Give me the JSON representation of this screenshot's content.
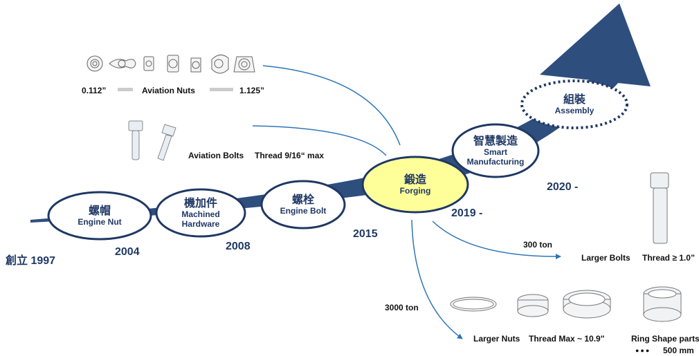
{
  "founded": {
    "cjk": "創立",
    "year": "1997"
  },
  "milestones": [
    {
      "cjk": "螺帽",
      "en": "Engine Nut",
      "year": "2004"
    },
    {
      "cjk": "機加件",
      "en1": "Machined",
      "en2": "Hardware",
      "year": "2008"
    },
    {
      "cjk": "螺栓",
      "en": "Engine Bolt",
      "year": "2015"
    },
    {
      "cjk": "鍛造",
      "en": "Forging",
      "year": "2019 -"
    },
    {
      "cjk": "智慧製造",
      "en1": "Smart",
      "en2": "Manufacturing",
      "year": "2020 -"
    },
    {
      "cjk": "組裝",
      "en": "Assembly"
    }
  ],
  "aviation_nuts": {
    "min": "0.112”",
    "label": "Aviation Nuts",
    "max": "1.125”"
  },
  "aviation_bolts": {
    "label": "Aviation Bolts",
    "thread": "Thread  9/16“ max"
  },
  "forging_300": {
    "press": "300 ton",
    "label": "Larger Bolts",
    "thread": "Thread  ≥ 1.0”"
  },
  "forging_3000": {
    "press": "3000 ton",
    "label": "Larger Nuts",
    "thread": "Thread  Max ~ 10.9\"",
    "ring_label": "Ring Shape parts",
    "ring_size": "500 mm",
    "dots": "●●●"
  },
  "colors": {
    "navy": "#2e4e7e",
    "text_navy": "#1f3864",
    "arrow_blue": "#2e75b6",
    "forging_fill": "#ffff99",
    "assembly_dots": "#1f3864"
  }
}
